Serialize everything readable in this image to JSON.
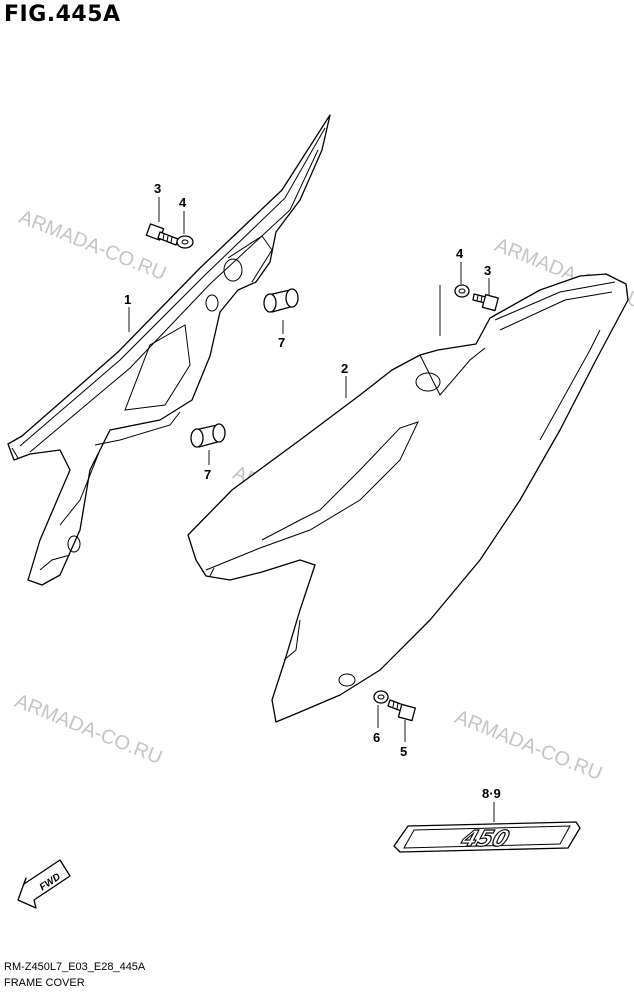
{
  "header": {
    "figure_title": "FIG.445A"
  },
  "footer": {
    "model_code": "RM-Z450L7_E03_E28_445A",
    "section_name": "FRAME COVER"
  },
  "watermark": {
    "text": "ARMADA-CO.RU",
    "color": "#969696"
  },
  "callouts": {
    "p1": "1",
    "p2": "2",
    "p3a": "3",
    "p4a": "4",
    "p3b": "3",
    "p4b": "4",
    "p5": "5",
    "p6": "6",
    "p7a": "7",
    "p7b": "7",
    "p89": "8·9"
  },
  "emblem": {
    "text": "450"
  },
  "fwd_arrow": {
    "text": "FWD"
  }
}
